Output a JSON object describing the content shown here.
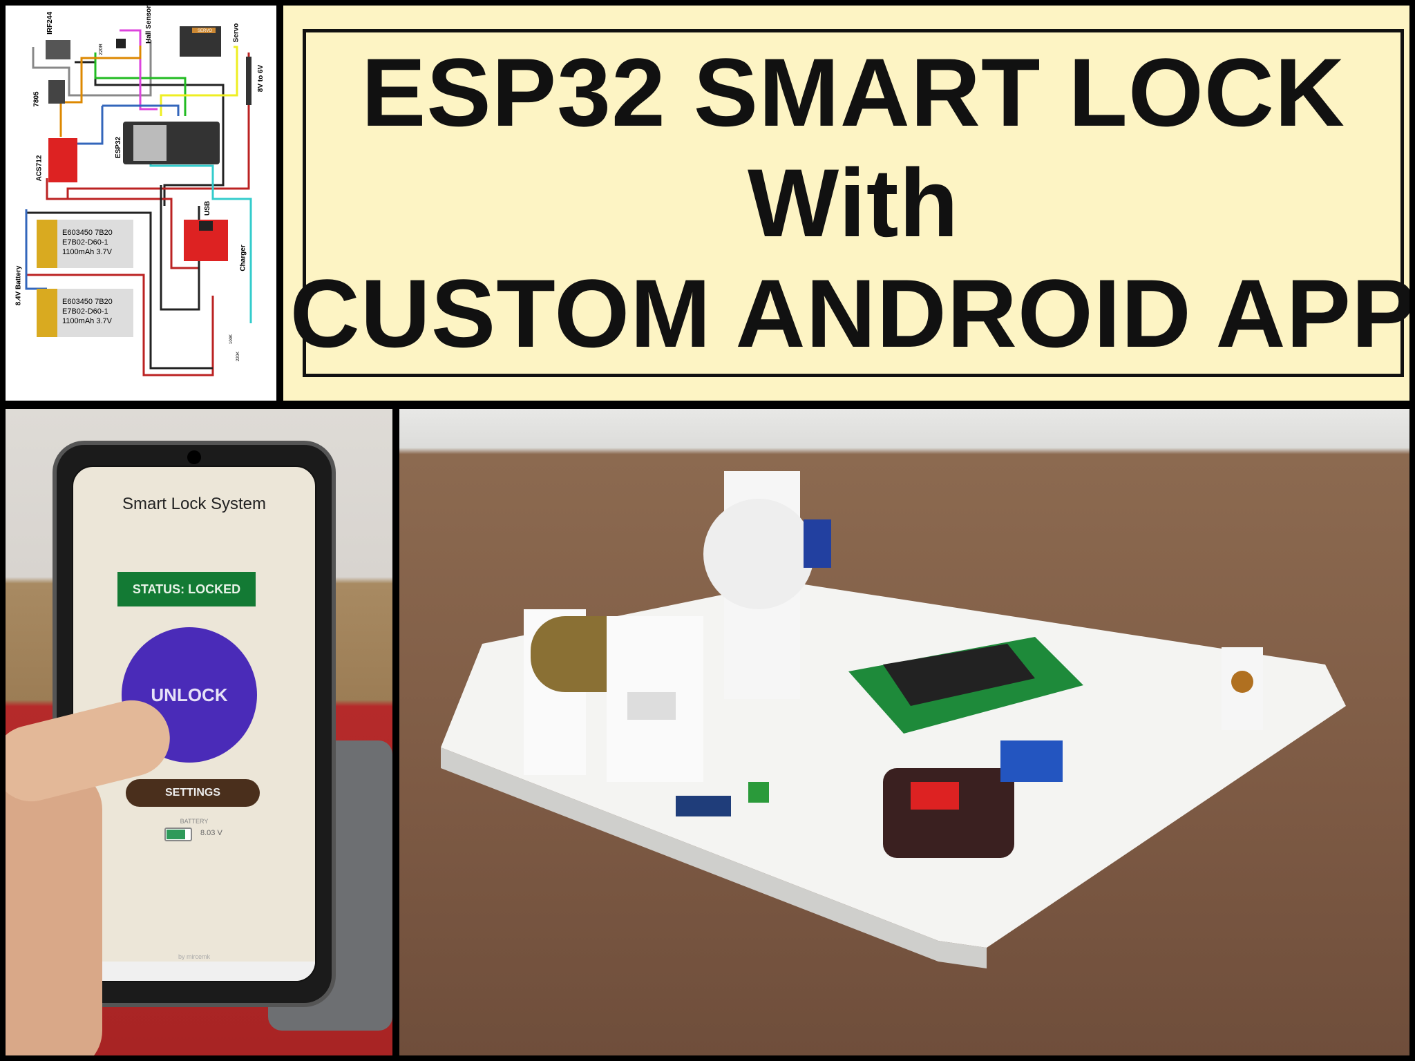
{
  "schematic": {
    "components": [
      "IRF244",
      "Hall Sensor",
      "Servo",
      "220R",
      "7805",
      "8V to 6V",
      "ESP32",
      "ACS712",
      "USB",
      "Charger",
      "8.4V Battery",
      "100K",
      "220K"
    ],
    "battery_label": [
      "E603450 7B20",
      "E7B02-D60-1",
      "1100mAh 3.7V"
    ],
    "servo_label": "SERVO"
  },
  "title": {
    "line1": "ESP32 SMART LOCK",
    "line2": "With",
    "line3": "CUSTOM ANDROID APP"
  },
  "app": {
    "title": "Smart Lock System",
    "status": "STATUS: LOCKED",
    "unlock_label": "UNLOCK",
    "settings_label": "SETTINGS",
    "battery_label": "BATTERY",
    "battery_voltage": "8.03 V",
    "battery_level_percent": 80,
    "footer": "by mircemk",
    "colors": {
      "status": "#137a34",
      "unlock": "#4a2bb8",
      "settings": "#4a2f1c"
    }
  }
}
